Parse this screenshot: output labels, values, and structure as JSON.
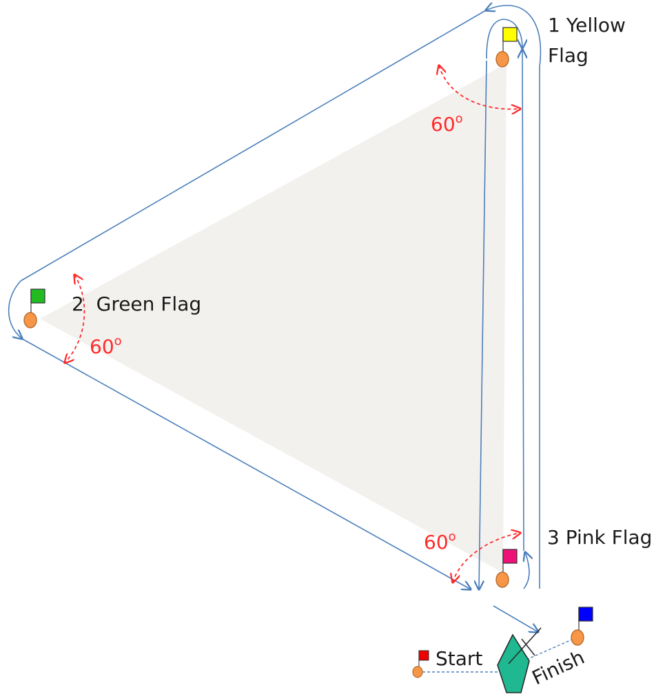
{
  "colors": {
    "course_line": "#4a7ebb",
    "angle_arc": "#ff2a2a",
    "buoy_fill": "#f79646",
    "buoy_stroke": "#b56a2c",
    "triangle_fill": "#f3f1ee",
    "label_text": "#1a1a1a",
    "boat_fill": "#1fb890",
    "boat_stroke": "#2b2b2b",
    "finish_line": "#4a7ebb"
  },
  "marks": {
    "yellow": {
      "label_line1": "1 Yellow",
      "label_line2": "Flag",
      "flag_color": "#ffff00",
      "icon": "yellow-flag-icon"
    },
    "green": {
      "label": "2  Green Flag",
      "flag_color": "#22bb22",
      "icon": "green-flag-icon"
    },
    "pink": {
      "label": "3 Pink Flag",
      "flag_color": "#ee1177",
      "icon": "pink-flag-icon"
    },
    "start": {
      "label": "Start",
      "flag_color": "#ee0000",
      "icon": "red-flag-icon"
    },
    "finish": {
      "label": "Finish",
      "flag_color": "#0000ff",
      "icon": "blue-flag-icon"
    }
  },
  "angles": {
    "top": {
      "value": "60",
      "degree_mark": "o"
    },
    "left": {
      "value": "60",
      "degree_mark": "o"
    },
    "bottom": {
      "value": "60",
      "degree_mark": "o"
    }
  },
  "boat": {
    "icon": "committee-boat-icon"
  }
}
